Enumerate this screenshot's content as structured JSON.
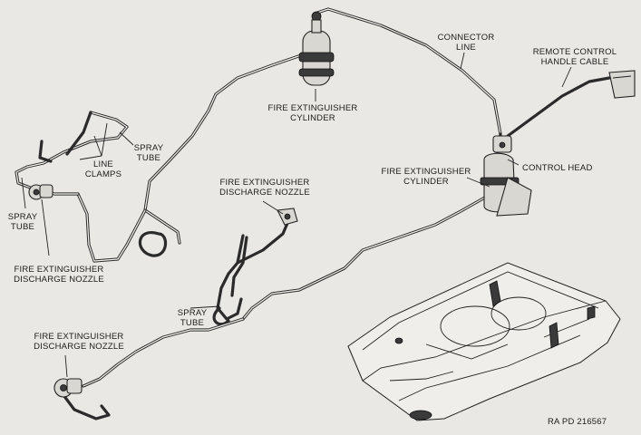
{
  "labels": {
    "connector_line": "CONNECTOR\nLINE",
    "remote_control_handle_cable": "REMOTE CONTROL\nHANDLE CABLE",
    "fire_extinguisher_cylinder_top": "FIRE EXTINGUISHER\nCYLINDER",
    "spray_tube_upper": "SPRAY\nTUBE",
    "line_clamps": "LINE\nCLAMPS",
    "control_head": "CONTROL HEAD",
    "fire_extinguisher_cylinder_right": "FIRE EXTINGUISHER\nCYLINDER",
    "discharge_nozzle_center": "FIRE EXTINGUISHER\nDISCHARGE NOZZLE",
    "spray_tube_left": "SPRAY\nTUBE",
    "discharge_nozzle_left": "FIRE EXTINGUISHER\nDISCHARGE NOZZLE",
    "spray_tube_center": "SPRAY\nTUBE",
    "discharge_nozzle_bottom": "FIRE EXTINGUISHER\nDISCHARGE NOZZLE",
    "figure_reference": "RA PD 216567"
  }
}
